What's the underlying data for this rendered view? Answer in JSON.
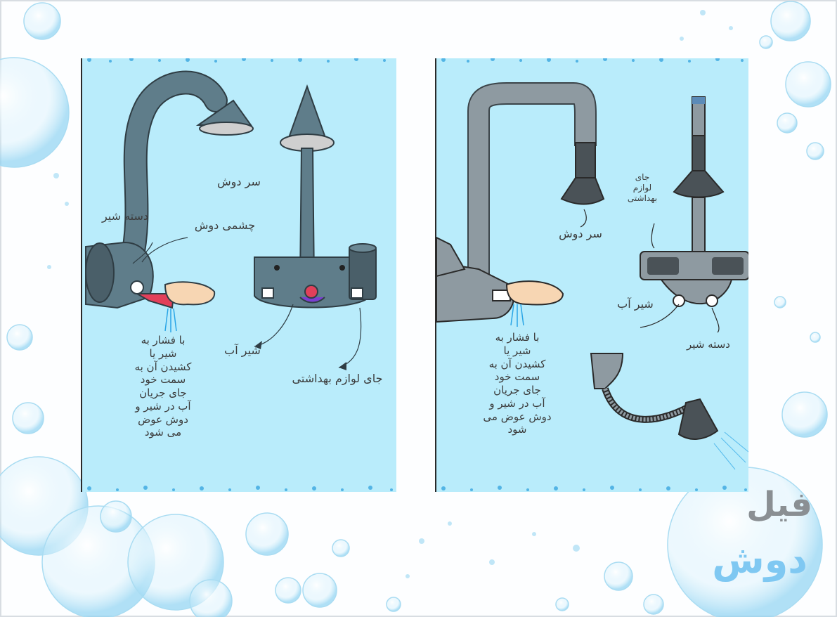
{
  "colors": {
    "panel": "#b9ecfb",
    "faucet": "#5f7d8a",
    "faucet_right": "#8e9aa1",
    "dark": "#4a5257",
    "label": "#3b3b3b",
    "logo_gray": "#8a8f93",
    "logo_blue": "#7fc8f2"
  },
  "left_panel": {
    "labels": {
      "shower_head": "سر دوش",
      "tap_handle": "دسته شیر",
      "shower_outlet": "چشمی دوش",
      "pressure_note": "با فشار به\nشیر یا\nکشیدن آن به\nسمت خود\nجای جریان\nآب در شیر و\nدوش عوض\nمی شود",
      "water_tap": "شیر آب",
      "toiletry_holder": "جای لوازم بهداشتی"
    }
  },
  "right_panel": {
    "labels": {
      "shower_head": "سر دوش",
      "toiletry_holder": "جای\nلوازم\nبهداشتی",
      "water_tap": "شیر آب",
      "tap_handle": "دسته شیر",
      "pressure_note": "با فشار به\nشیر یا\nکشیدن آن به\nسمت خود\nجای جریان\nآب در شیر و\nدوش عوض می\nشود"
    }
  },
  "logo": {
    "line1": "فیل",
    "line2": "دوش"
  }
}
